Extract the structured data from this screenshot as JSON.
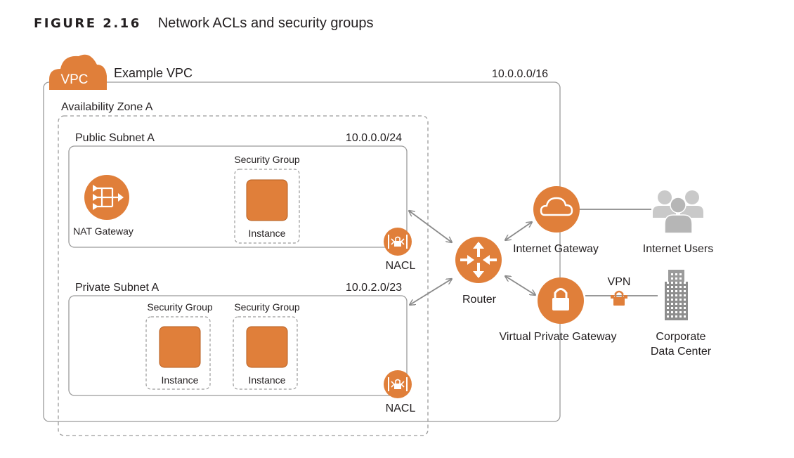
{
  "figure": {
    "number": "FIGURE 2.16",
    "caption": "Network ACLs and security groups"
  },
  "vpc": {
    "badge": "VPC",
    "title": "Example VPC",
    "cidr": "10.0.0.0/16"
  },
  "az": {
    "label": "Availability Zone A"
  },
  "public_subnet": {
    "label": "Public Subnet A",
    "cidr": "10.0.0.0/24",
    "nat_label": "NAT Gateway",
    "sg_label": "Security Group",
    "instance_label": "Instance",
    "nacl_label": "NACL"
  },
  "private_subnet": {
    "label": "Private Subnet A",
    "cidr": "10.0.2.0/23",
    "sg1_label": "Security Group",
    "sg2_label": "Security Group",
    "instance1_label": "Instance",
    "instance2_label": "Instance",
    "nacl_label": "NACL"
  },
  "router": {
    "label": "Router"
  },
  "igw": {
    "label": "Internet Gateway"
  },
  "vgw": {
    "label": "Virtual Private Gateway"
  },
  "users": {
    "label": "Internet Users"
  },
  "vpn": {
    "label": "VPN"
  },
  "corporate": {
    "line1": "Corporate",
    "line2": "Data Center"
  },
  "colors": {
    "orange": "#e07f3a",
    "orange_dark": "#b55d1f",
    "gray_line": "#8a8a8a",
    "box_stroke": "#9a9a9a"
  },
  "icons": [
    "cloud-icon",
    "nat-gateway-icon",
    "instance-icon",
    "nacl-icon",
    "router-icon",
    "internet-gateway-icon",
    "lock-icon",
    "users-icon",
    "vpn-icon",
    "building-icon"
  ]
}
